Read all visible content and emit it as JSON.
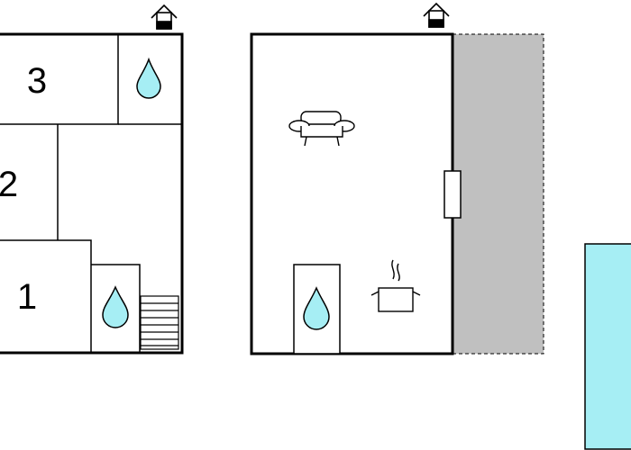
{
  "rooms": {
    "room_1": "1",
    "room_2": "2",
    "room_3": "3"
  },
  "icons": {
    "entrance": "house-entrance-icon",
    "water": "water-drop-icon",
    "stairs": "stairs-icon",
    "sofa": "sofa-icon",
    "cooking": "cooking-pot-icon"
  },
  "colors": {
    "wall": "#000000",
    "water_drop": "#a6eef4",
    "terrace": "#c0c0c0",
    "pool": "#a6eef4"
  }
}
